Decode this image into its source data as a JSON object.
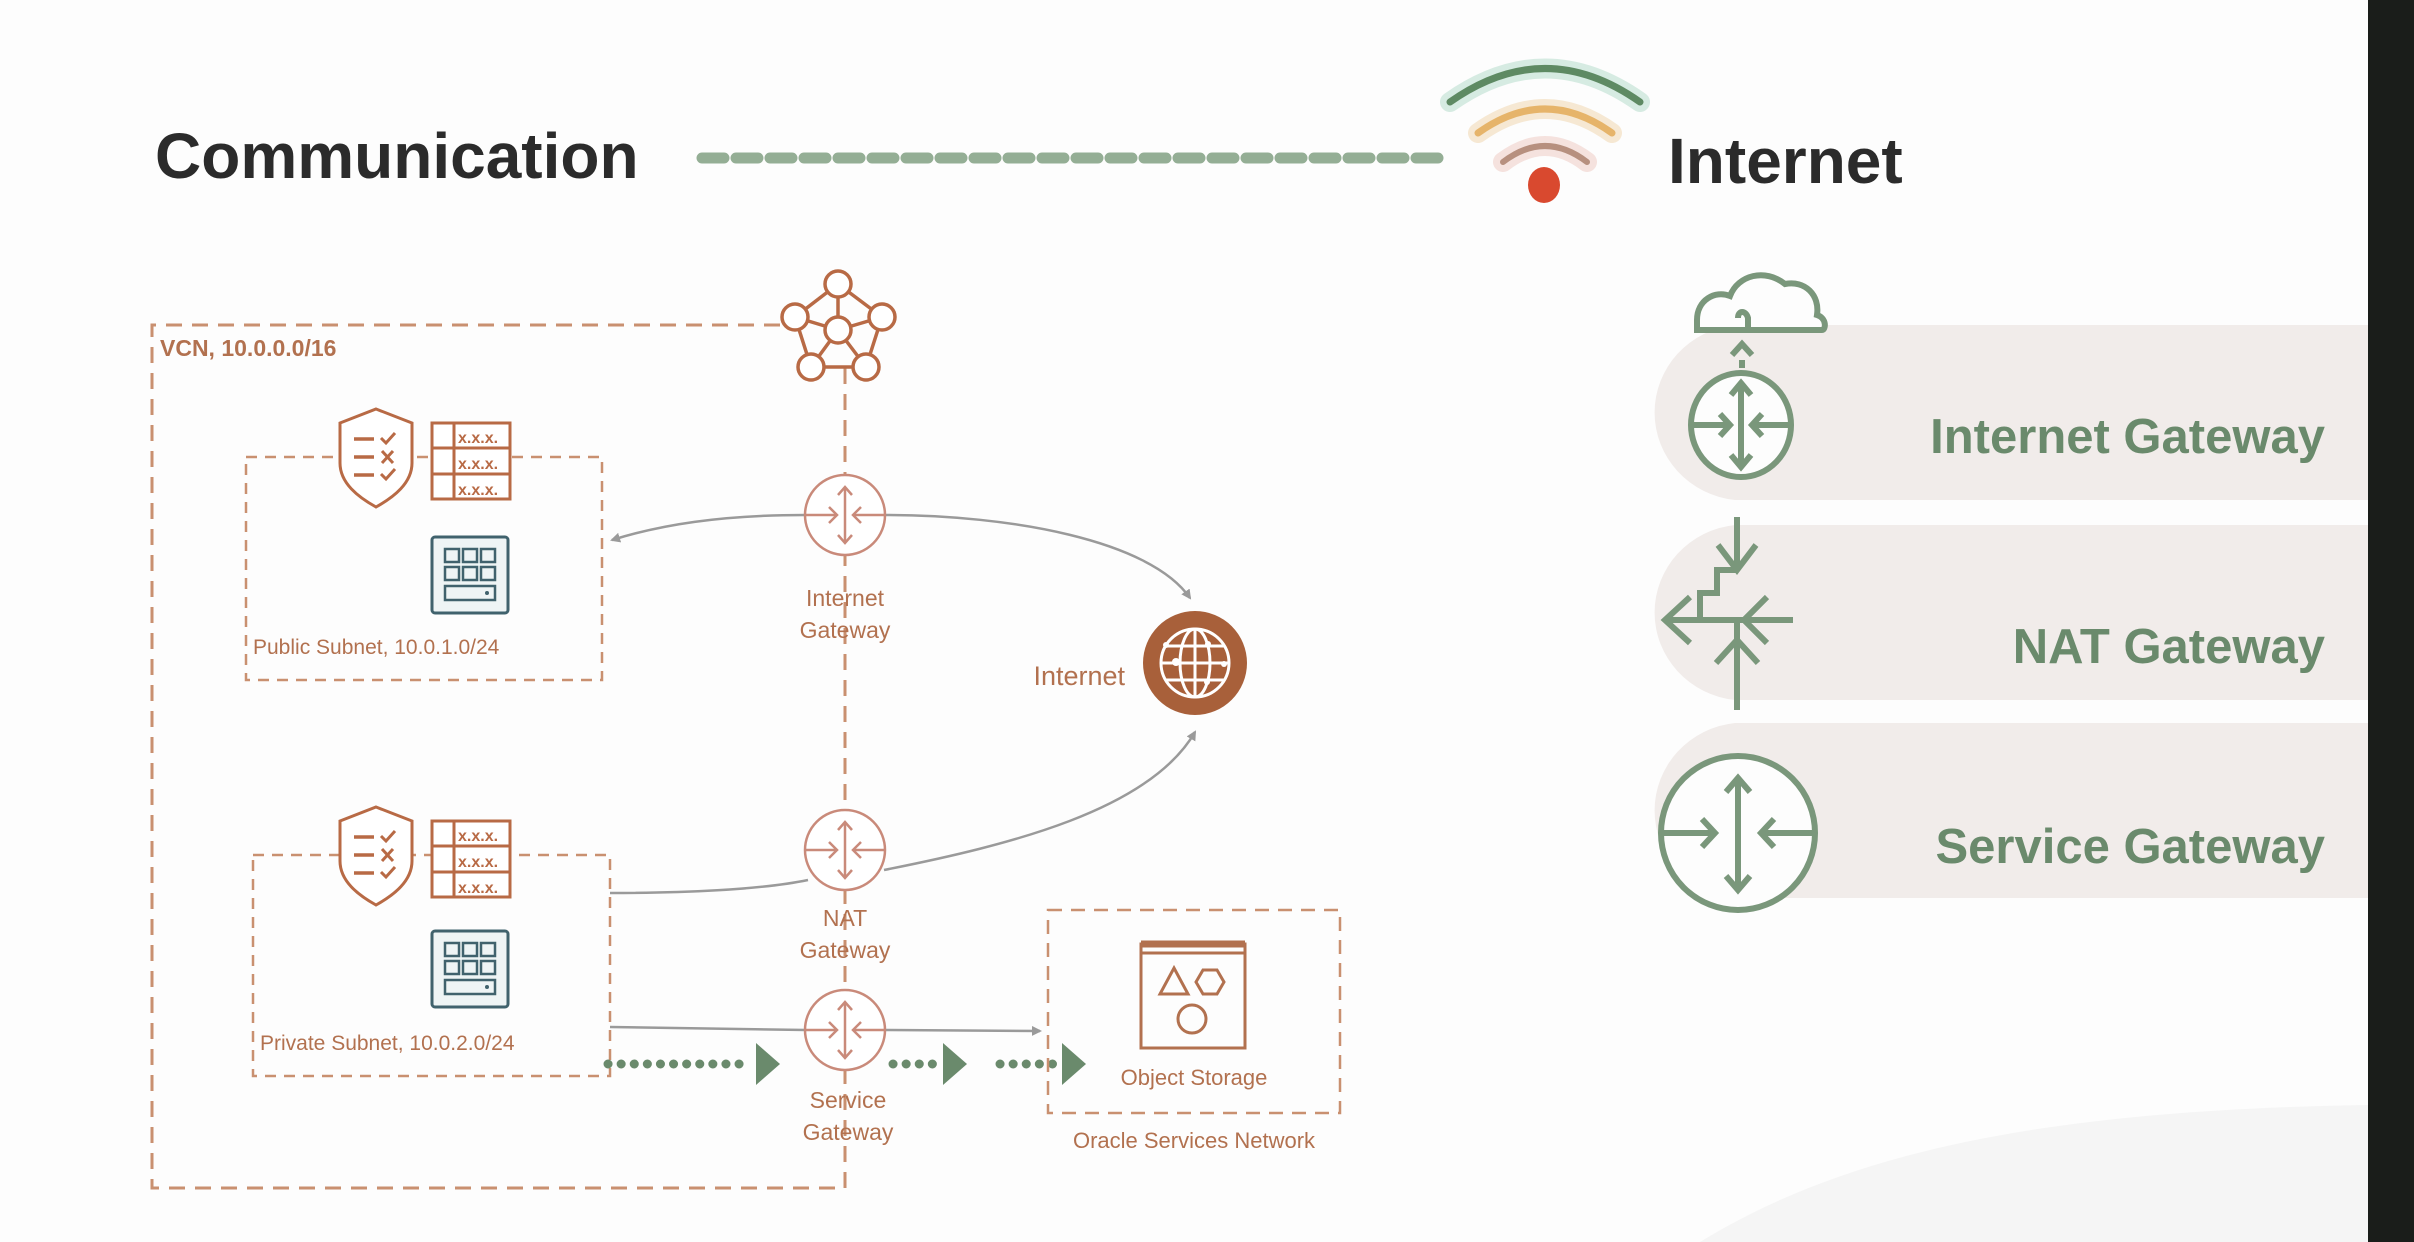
{
  "header": {
    "left_title": "Communication",
    "right_title": "Internet"
  },
  "diagram": {
    "vcn_label": "VCN, 10.0.0.0/16",
    "public_subnet_label": "Public Subnet, 10.0.1.0/24",
    "private_subnet_label": "Private Subnet, 10.0.2.0/24",
    "route_table_rows": [
      "x.x.x.",
      "x.x.x.",
      "x.x.x."
    ],
    "internet_gateway_label": [
      "Internet",
      "Gateway"
    ],
    "nat_gateway_label": [
      "NAT",
      "Gateway"
    ],
    "service_gateway_label": [
      "Service",
      "Gateway"
    ],
    "internet_label": "Internet",
    "object_storage_label": "Object Storage",
    "oracle_services_network_label": "Oracle Services Network"
  },
  "legend": {
    "items": [
      {
        "label": "Internet Gateway",
        "icon": "cloud-router-icon"
      },
      {
        "label": "NAT Gateway",
        "icon": "nat-arrows-icon"
      },
      {
        "label": "Service Gateway",
        "icon": "router-icon"
      }
    ]
  },
  "colors": {
    "orange": "#b2714f",
    "orange_dark": "#a8603a",
    "router": "#c98a7a",
    "green": "#6a8a6c",
    "green_dash": "#94ae95",
    "teal": "#40626d",
    "gray_line": "#9a9a9a",
    "pill_bg": "#f1ecea",
    "wifi_red": "#d9492f"
  }
}
